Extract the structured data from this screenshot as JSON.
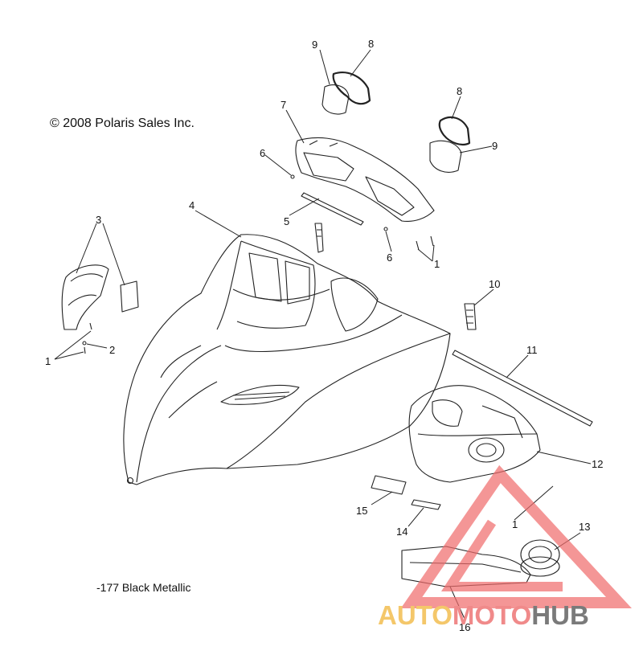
{
  "copyright": "© 2008 Polaris Sales Inc.",
  "color_note": "-177 Black Metallic",
  "watermark": {
    "part1": "AUTO",
    "part2": "MOTO",
    "part3": "HUB",
    "colors": {
      "part1": "#f4c76a",
      "part2": "#f08a8a",
      "part3": "#7a7a7a",
      "triangle": "#f06a6a"
    }
  },
  "callouts": [
    {
      "id": "c9a",
      "label": "9"
    },
    {
      "id": "c8a",
      "label": "8"
    },
    {
      "id": "c7",
      "label": "7"
    },
    {
      "id": "c8b",
      "label": "8"
    },
    {
      "id": "c9b",
      "label": "9"
    },
    {
      "id": "c6a",
      "label": "6"
    },
    {
      "id": "c4",
      "label": "4"
    },
    {
      "id": "c5",
      "label": "5"
    },
    {
      "id": "c3",
      "label": "3"
    },
    {
      "id": "c6b",
      "label": "6"
    },
    {
      "id": "c1a",
      "label": "1"
    },
    {
      "id": "c10",
      "label": "10"
    },
    {
      "id": "c2",
      "label": "2"
    },
    {
      "id": "c1b",
      "label": "1"
    },
    {
      "id": "c11",
      "label": "11"
    },
    {
      "id": "c12",
      "label": "12"
    },
    {
      "id": "c15",
      "label": "15"
    },
    {
      "id": "c1c",
      "label": "1"
    },
    {
      "id": "c13",
      "label": "13"
    },
    {
      "id": "c14",
      "label": "14"
    },
    {
      "id": "c16",
      "label": "16"
    }
  ]
}
